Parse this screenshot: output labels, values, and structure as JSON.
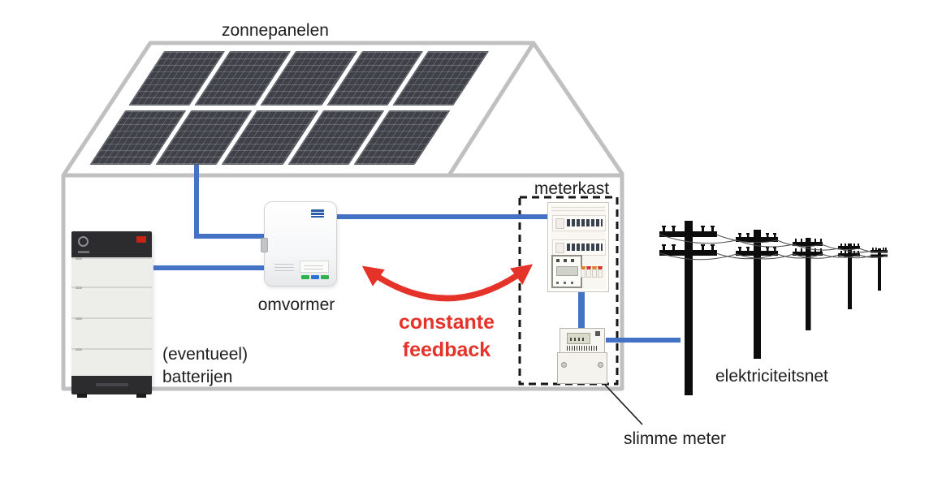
{
  "diagram": {
    "labels": {
      "solar_panels": "zonnepanelen",
      "inverter": "omvormer",
      "meter_cabinet": "meterkast",
      "batteries": [
        "(eventueel)",
        "batterijen"
      ],
      "feedback": [
        "constante",
        "feedback"
      ],
      "smart_meter": "slimme meter",
      "grid": "elektriciteitsnet"
    },
    "colors": {
      "connection_line": "#4472c4",
      "feedback_arrow": "#e6332a",
      "house_outline": "#c0c0c0",
      "dashed_box": "#161616",
      "utility_pole": "#0c0c0c",
      "solar_panel": "#3e4147"
    }
  }
}
